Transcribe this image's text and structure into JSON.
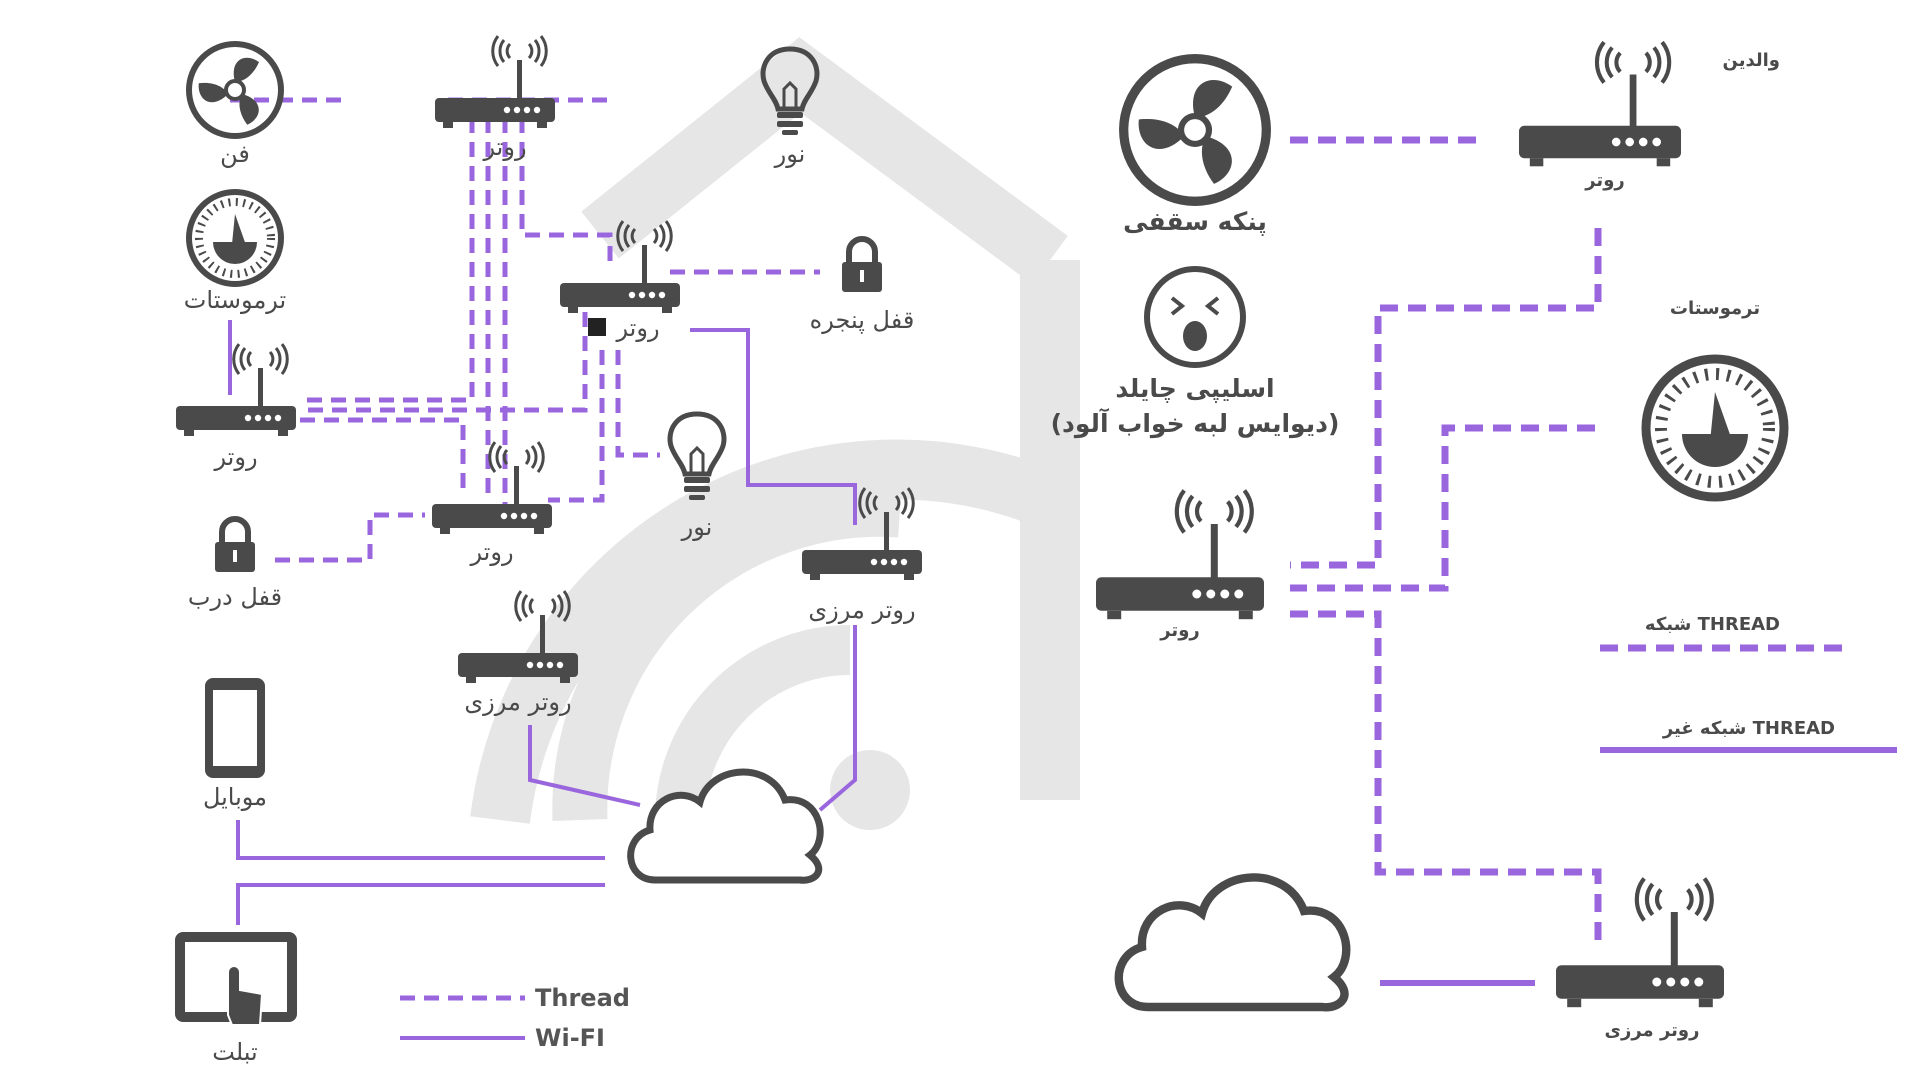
{
  "left": {
    "fan": "فن",
    "router_top": "روتر",
    "light_top": "نور",
    "thermostat": "ترموستات",
    "router_mid": "روتر",
    "window_lock": "قفل پنجره",
    "router_left": "روتر",
    "light_mid": "نور",
    "router_lower": "روتر",
    "door_lock": "قفل درب",
    "border_router_a": "روتر مرزی",
    "border_router_b": "روتر مرزی",
    "mobile": "موبایل",
    "tablet": "تبلت",
    "legend_thread": "Thread",
    "legend_wifi": "Wi-FI"
  },
  "right": {
    "parents": "والدین",
    "router_top": "روتر",
    "ceiling_fan": "پنکه سقفی",
    "sleepy_child_1": "اسلیپی چایلد",
    "sleepy_child_2": "(دیوایس لبه خواب آلود)",
    "thermostat": "ترموستات",
    "router_center": "روتر",
    "legend_thread": "شبکه THREAD",
    "legend_nonthread": "شبکه غیر THREAD",
    "border_router": "روتر مرزی"
  },
  "colors": {
    "icon": "#4a4a4a",
    "link": "#9966dd",
    "watermark": "#e6e6e6"
  },
  "icons": [
    "fan-icon",
    "bulb-icon",
    "thermostat-icon",
    "router-icon",
    "lock-icon",
    "phone-icon",
    "tablet-icon",
    "cloud-icon",
    "sleepy-face-icon",
    "house-wifi-watermark-icon"
  ]
}
